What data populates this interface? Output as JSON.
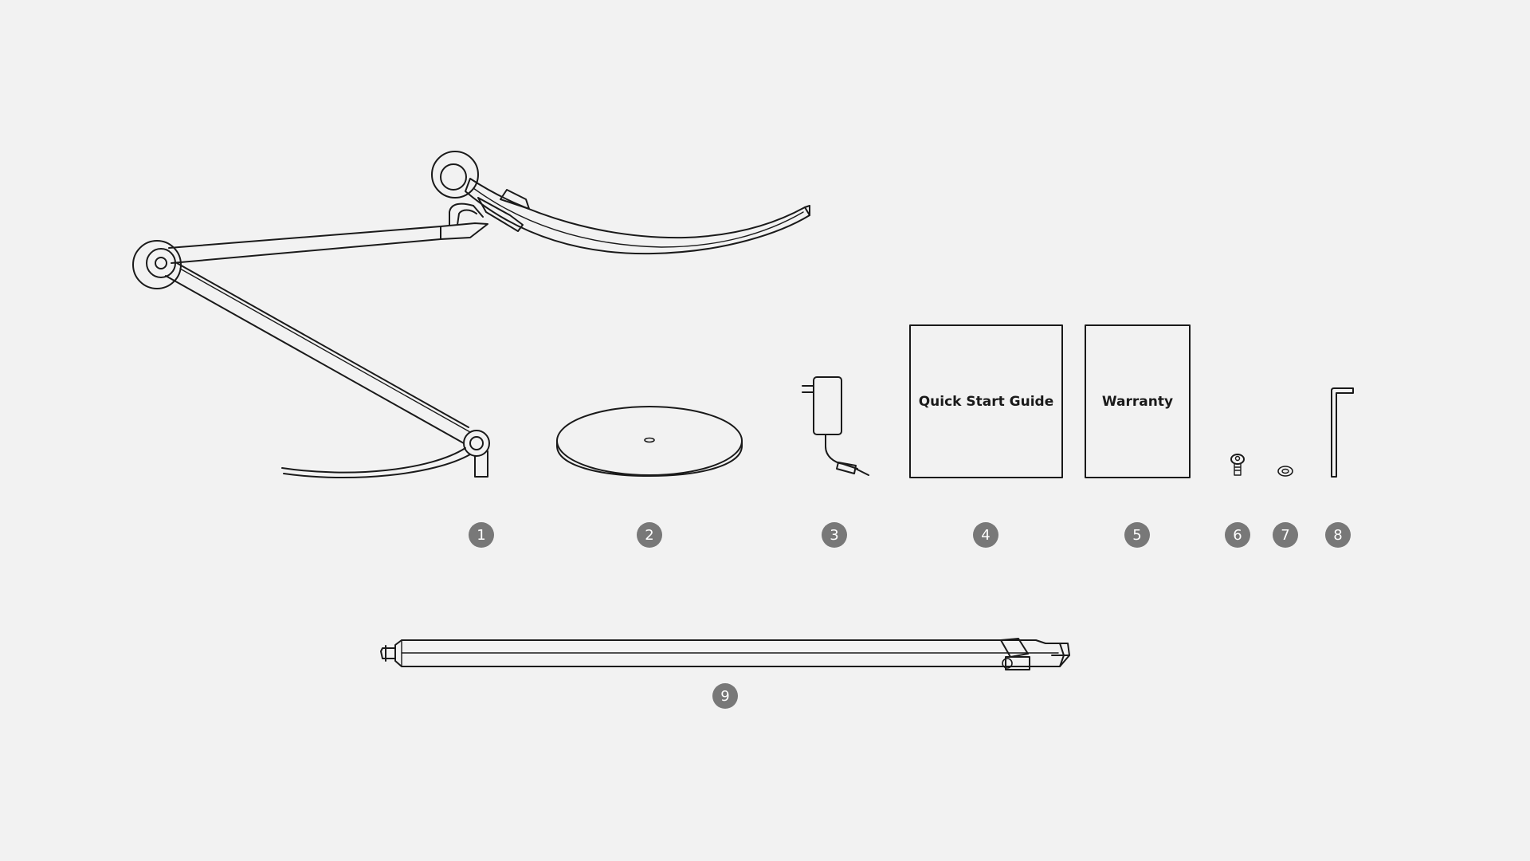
{
  "documents": {
    "quick_start_guide": "Quick Start Guide",
    "warranty": "Warranty"
  },
  "badges": [
    "1",
    "2",
    "3",
    "4",
    "5",
    "6",
    "7",
    "8",
    "9"
  ],
  "colors": {
    "background": "#f2f2f2",
    "line": "#1a1a1a",
    "badge": "#787878",
    "badge_text": "#ffffff"
  }
}
